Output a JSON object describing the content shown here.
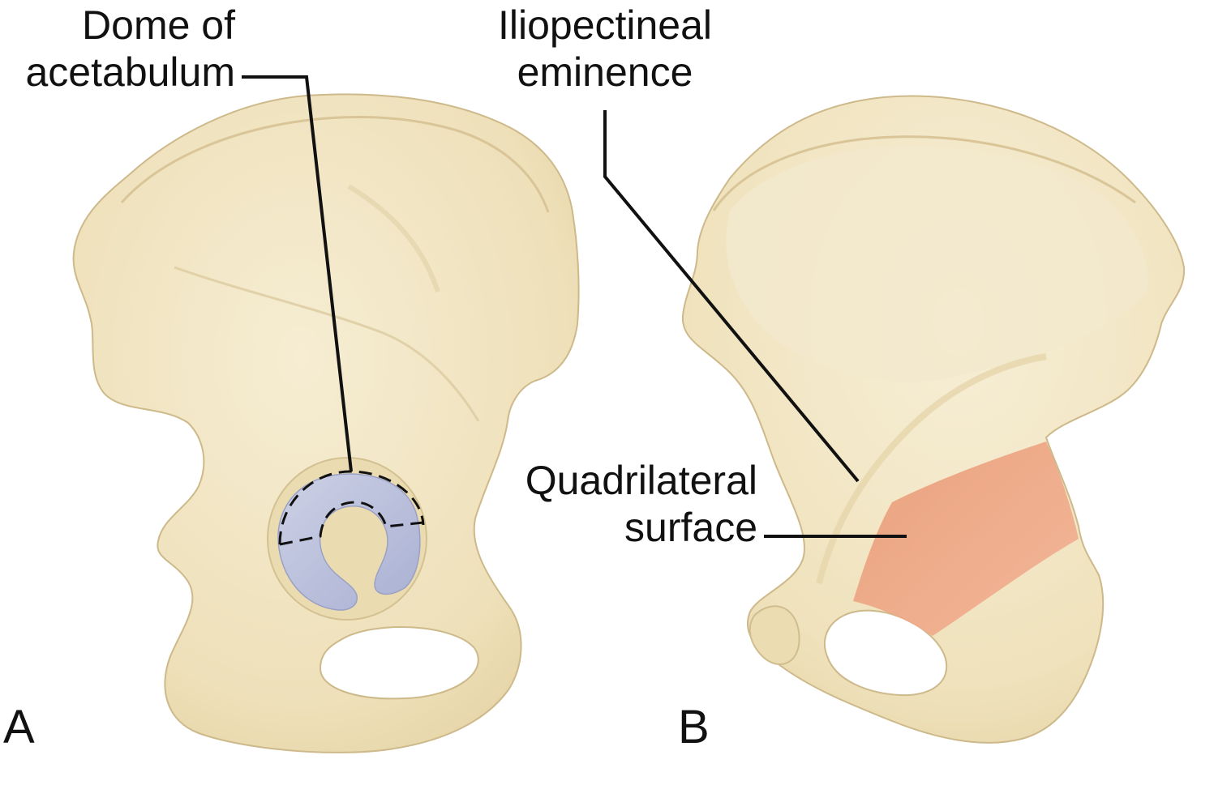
{
  "panels": [
    {
      "letter": "A",
      "labels": [
        {
          "line1": "Dome of",
          "line2": "acetabulum"
        }
      ]
    },
    {
      "letter": "B",
      "labels": [
        {
          "line1": "Iliopectineal",
          "line2": "eminence"
        },
        {
          "line1": "Quadrilateral",
          "line2": "surface"
        }
      ]
    }
  ],
  "colors": {
    "bone": "#efe3bf",
    "bone_outline": "#cdb98a",
    "dome": "#bcc1dc",
    "quadrilateral": "#eea684",
    "leader": "#111111"
  }
}
